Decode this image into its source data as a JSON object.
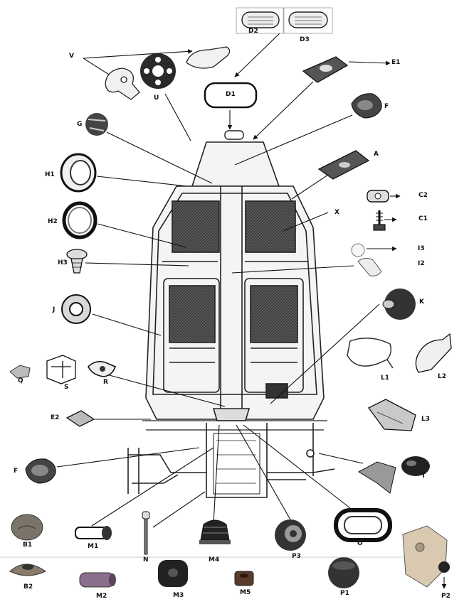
{
  "labels": {
    "V": "V",
    "U": "U",
    "D1": "D1",
    "D2": "D2",
    "D3": "D3",
    "E1": "E1",
    "F_top": "F",
    "G": "G",
    "H1": "H1",
    "A": "A",
    "C2": "C2",
    "C1": "C1",
    "H2": "H2",
    "X": "X",
    "H3": "H3",
    "I3": "I3",
    "I2": "I2",
    "J": "J",
    "K": "K",
    "Q": "Q",
    "S": "S",
    "R": "R",
    "L1": "L1",
    "L2": "L2",
    "E2": "E2",
    "L3": "L3",
    "F_bottom": "F",
    "T": "T",
    "B1": "B1",
    "M1": "M1",
    "N": "N",
    "M4": "M4",
    "P3": "P3",
    "O": "O",
    "B2": "B2",
    "M2": "M2",
    "M3": "M3",
    "M5": "M5",
    "P1": "P1",
    "P2": "P2"
  },
  "colors": {
    "line": "#111111",
    "part_fill": "#e9e9e9",
    "dark_part": "#2a2a2a",
    "window": "#4a4a4a",
    "body_fill": "#f4f4f2",
    "m2_fill": "#8a6f8c",
    "m5_fill": "#5a3a2a",
    "p2_fill": "#d9c9b0"
  }
}
